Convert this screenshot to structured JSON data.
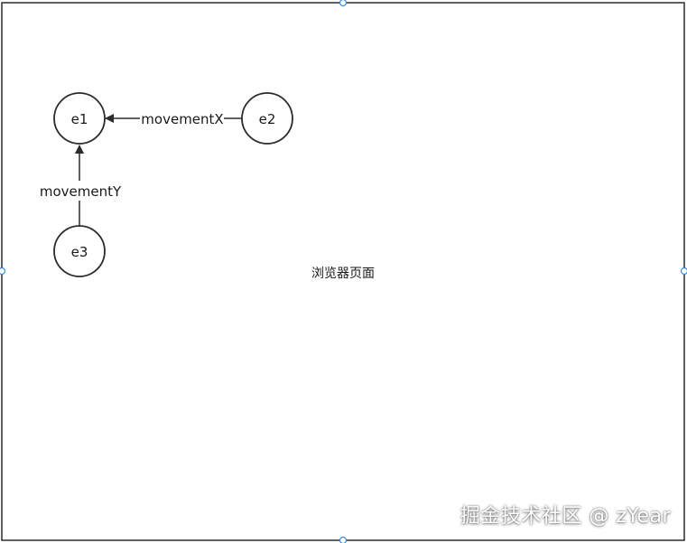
{
  "diagram": {
    "page_label": "浏览器页面",
    "nodes": {
      "e1": "e1",
      "e2": "e2",
      "e3": "e3"
    },
    "edges": {
      "x_label": "movementX",
      "y_label": "movementY"
    }
  },
  "watermark": "掘金技术社区 @ zYear",
  "colors": {
    "stroke": "#2b2b2b",
    "handle": "#3b8ad9",
    "watermark": "#ffffff"
  }
}
